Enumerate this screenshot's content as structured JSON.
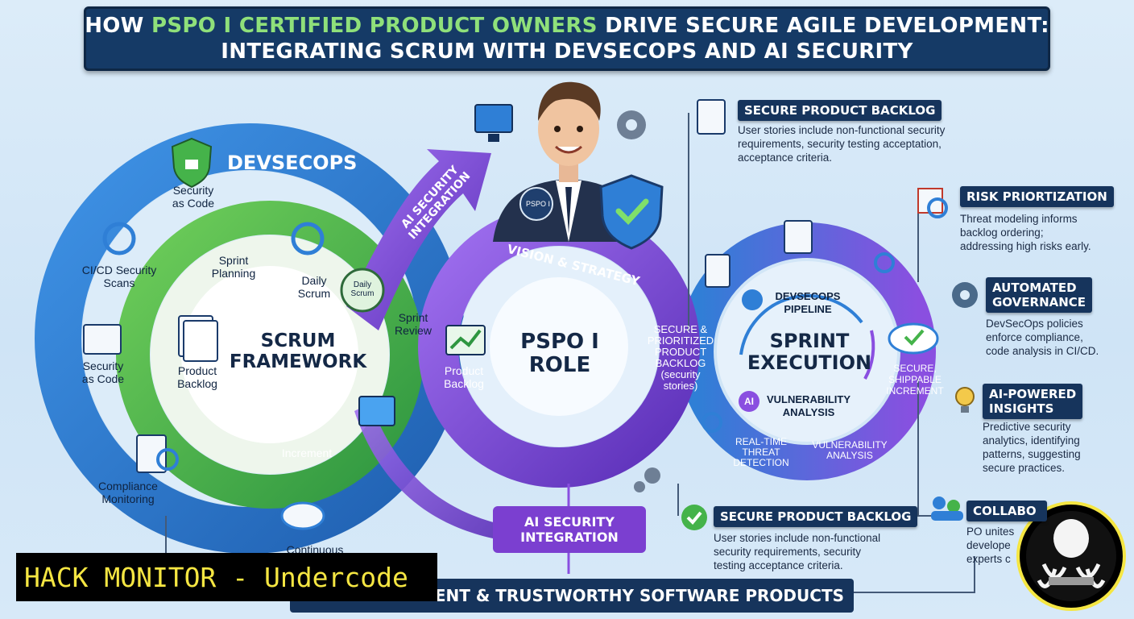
{
  "title": {
    "line1_accent": "PSPO I CERTIFIED PRODUCT OWNERS",
    "line1_pre": "HOW ",
    "line1_post": " DRIVE SECURE AGILE DEVELOPMENT:",
    "line2": "INTEGRATING SCRUM WITH DEVSECOPS AND AI SECURITY"
  },
  "devsecops_loop": {
    "title": "DEVSECOPS",
    "items": [
      "Security\nas Code",
      "CI/CD Security\nScans",
      "Security\nas Code",
      "Compliance\nMonitoring",
      "Continuous"
    ]
  },
  "scrum_loop": {
    "title": "SCRUM\nFRAMEWORK",
    "items": [
      "Sprint\nPlanning",
      "Daily\nScrum",
      "Sprint\nReview",
      "Product\nBacklog",
      "Increment"
    ],
    "badge": "Daily\nScrum"
  },
  "ai_arrow_top": "AI SECURITY\nINTEGRATION",
  "pspo_loop": {
    "title": "PSPO I\nROLE",
    "arc_label": "VISION & STRATEGY",
    "items": [
      "Product\nBacklog",
      "SECURE &\nPRIORITIZED\nPRODUCT\nBACKLOG\n(security\nstories)"
    ],
    "badge": "PSPO I"
  },
  "sprint_loop": {
    "title": "SPRINT\nEXECUTION",
    "items": [
      "DEVSECOPS\nPIPELINE",
      "VULNERABILITY\nANALYSIS",
      "REAL-TIME\nTHREAT\nDETECTION",
      "VULNERABILITY\nANALYSIS",
      "SECURE,\nSHIPPABLE\nINCREMENT"
    ],
    "ai_badge": "AI"
  },
  "ai_bubble": "AI SECURITY\nINTEGRATION",
  "sections": [
    {
      "head": "SECURE PRODUCT BACKLOG",
      "body": "User stories include non-functional security\nrequirements, security testing acceptation,\nacceptance criteria."
    },
    {
      "head": "RISK PRIORTIZATION",
      "body": "Threat modeling informs\nbacklog ordering;\naddressing high risks early."
    },
    {
      "head": "AUTOMATED\nGOVERNANCE",
      "body": "DevSecOps policies\nenforce compliance,\ncode analysis in CI/CD."
    },
    {
      "head": "AI-POWERED\nINSIGHTS",
      "body": "Predictive security\nanalytics, identifying\npatterns, suggesting\nsecure practices."
    },
    {
      "head": "SECURE PRODUCT BACKLOG",
      "body": "User stories include non-functional\nsecurity requirements, security\ntesting acceptance criteria."
    },
    {
      "head": "COLLABO",
      "body": "PO unites\ndevelope\nexperts c"
    }
  ],
  "bottom_banner": "LIENT & TRUSTWORTHY SOFTWARE PRODUCTS",
  "watermark": "HACK MONITOR - Undercode",
  "colors": {
    "navy": "#16345c",
    "accent_green": "#8fe07a",
    "devsecops_blue": "#2f7fd6",
    "scrum_green": "#45b34a",
    "purple": "#8a4fe0",
    "yellow": "#f5e642"
  }
}
